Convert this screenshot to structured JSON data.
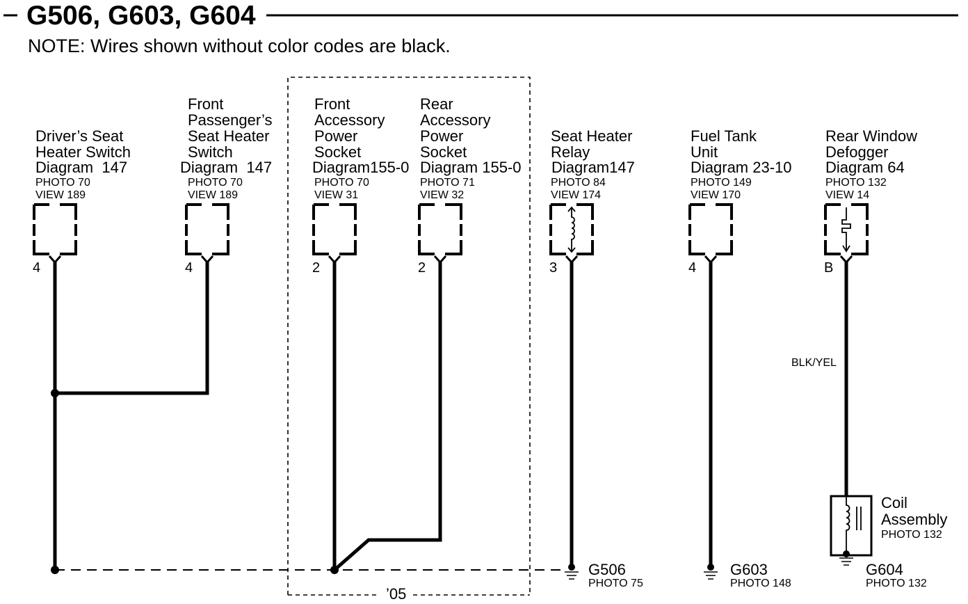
{
  "header": {
    "title": "G506, G603, G604",
    "note": "NOTE: Wires shown without color codes are black."
  },
  "components": [
    {
      "name_lines": [
        "Driver’s Seat",
        "Heater Switch"
      ],
      "diagram": "Diagram  147",
      "photo": "PHOTO 70",
      "view": "VIEW 189",
      "pin": "4"
    },
    {
      "name_lines": [
        "Front",
        "Passenger’s",
        "Seat Heater",
        "Switch"
      ],
      "diagram": "Diagram  147",
      "photo": "PHOTO 70",
      "view": "VIEW 189",
      "pin": "4"
    },
    {
      "name_lines": [
        "Front",
        "Accessory",
        "Power",
        "Socket"
      ],
      "diagram": "Diagram155-0",
      "photo": "PHOTO 70",
      "view": "VIEW 31",
      "pin": "2"
    },
    {
      "name_lines": [
        "Rear",
        "Accessory",
        "Power",
        "Socket"
      ],
      "diagram": "Diagram 155-0",
      "photo": "PHOTO 71",
      "view": "VIEW 32",
      "pin": "2"
    },
    {
      "name_lines": [
        "Seat Heater",
        "Relay"
      ],
      "diagram": "Diagram147",
      "photo": "PHOTO 84",
      "view": "VIEW 174",
      "pin": "3"
    },
    {
      "name_lines": [
        "Fuel Tank",
        "Unit"
      ],
      "diagram": "Diagram 23-10",
      "photo": "PHOTO 149",
      "view": "VIEW 170",
      "pin": "4"
    },
    {
      "name_lines": [
        "Rear Window",
        "Defogger"
      ],
      "diagram": "Diagram 64",
      "photo": "PHOTO 132",
      "view": "VIEW 14",
      "pin": "B"
    }
  ],
  "wire_labels": {
    "rear_window_defogger": "BLK/YEL"
  },
  "coil_assembly": {
    "name_lines": [
      "Coil",
      "Assembly"
    ],
    "photo": "PHOTO 132"
  },
  "grounds": [
    {
      "name": "G506",
      "photo": "PHOTO 75"
    },
    {
      "name": "G603",
      "photo": "PHOTO 148"
    },
    {
      "name": "G604",
      "photo": "PHOTO 132"
    }
  ],
  "option_box": {
    "label": "’05"
  },
  "colors": {
    "ink": "#000000",
    "background": "#ffffff"
  }
}
